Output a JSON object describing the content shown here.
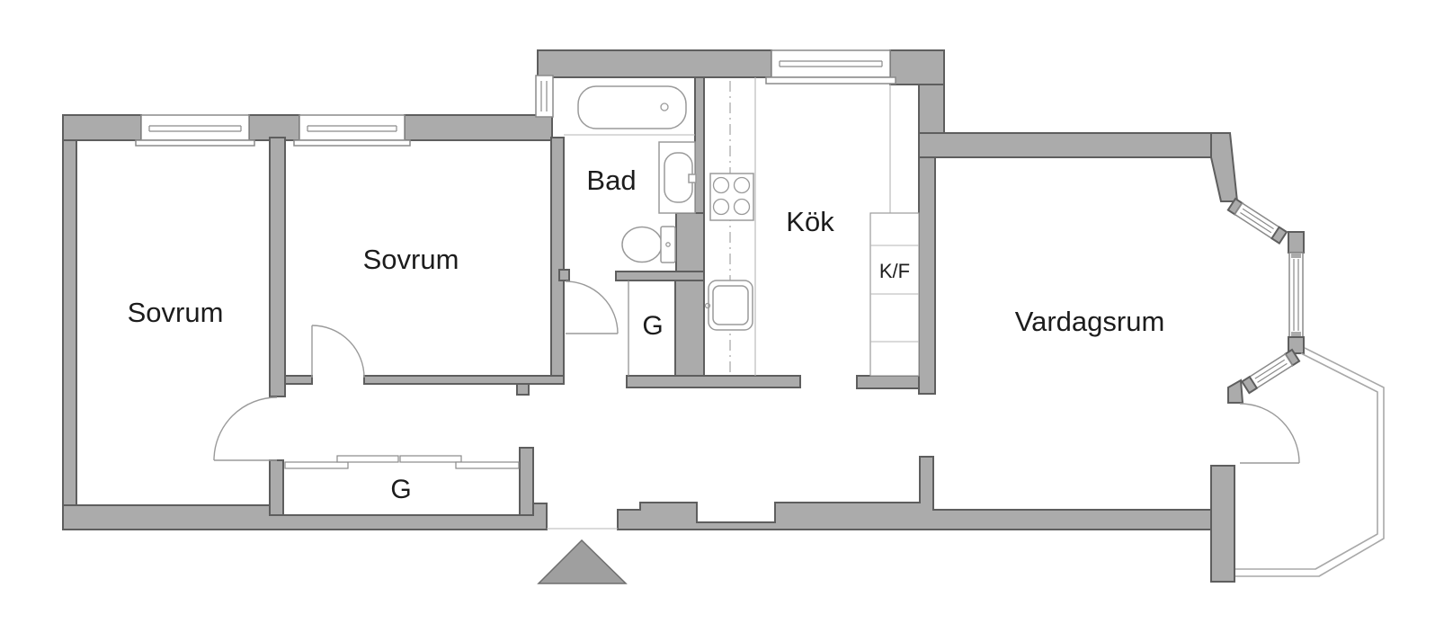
{
  "colors": {
    "wall_fill": "#ababab",
    "wall_outline": "#5e5e5e",
    "fixture_line": "#9a9a9a",
    "balcony_line": "#a8a8a8",
    "text": "#1c1c1c",
    "background": "#ffffff"
  },
  "rooms": {
    "bedroom1": {
      "label": "Sovrum"
    },
    "bedroom2": {
      "label": "Sovrum"
    },
    "bathroom": {
      "label": "Bad"
    },
    "kitchen": {
      "label": "Kök"
    },
    "fridge_freezer": {
      "label": "K/F"
    },
    "bathroom_closet": {
      "label": "G"
    },
    "hall_closet": {
      "label": "G"
    },
    "living_room": {
      "label": "Vardagsrum"
    }
  },
  "fixtures": [
    "bathtub-icon",
    "bathroom-sink-icon",
    "toilet-icon",
    "stove-icon",
    "kitchen-sink-icon",
    "fridge-freezer-cabinets",
    "sliding-closet-doors",
    "entrance-arrow-icon",
    "bay-windows",
    "balcony-outline",
    "door-swing-arcs"
  ]
}
